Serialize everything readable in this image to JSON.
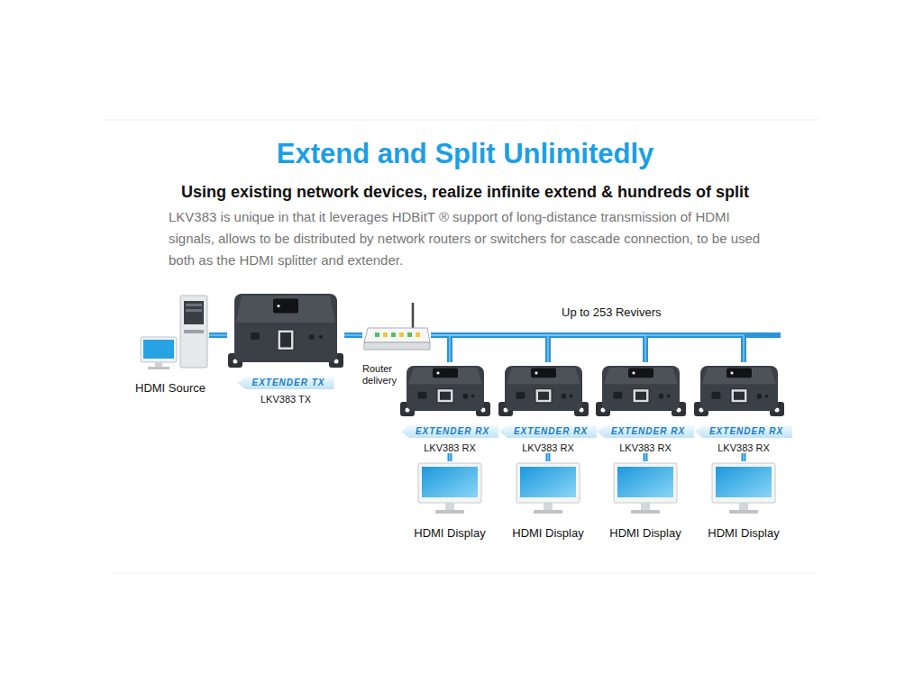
{
  "diagram": {
    "title": "Extend and Split Unlimitedly",
    "nodes": [
      {
        "text": [
          "HDMI Source"
        ]
      },
      {
        "text": [
          "EXTENDER TX",
          "LKV383 TX"
        ]
      },
      {
        "text": [
          "Router delivery"
        ]
      },
      {
        "text": [
          "EXTENDER RX",
          "LKV383 RX"
        ]
      },
      {
        "text": [
          "EXTENDER RX",
          "LKV383 RX"
        ]
      },
      {
        "text": [
          "EXTENDER RX",
          "LKV383 RX"
        ]
      },
      {
        "text": [
          "EXTENDER RX",
          "LKV383 RX"
        ]
      },
      {
        "text": [
          "HDMI Display"
        ]
      },
      {
        "text": [
          "HDMI Display"
        ]
      },
      {
        "text": [
          "HDMI Display"
        ]
      },
      {
        "text": [
          "HDMI Display"
        ]
      }
    ],
    "edges": [
      {
        "from": 0,
        "to": 1,
        "arrow": "none"
      },
      {
        "from": 1,
        "to": 2,
        "arrow": "none"
      },
      {
        "from": 2,
        "to": 3,
        "arrow": "none"
      },
      {
        "from": 2,
        "to": 4,
        "arrow": "none"
      },
      {
        "from": 2,
        "to": 5,
        "arrow": "none"
      },
      {
        "from": 2,
        "to": 6,
        "arrow": "none"
      },
      {
        "from": 3,
        "to": 7,
        "arrow": "none"
      },
      {
        "from": 4,
        "to": 8,
        "arrow": "none"
      },
      {
        "from": 5,
        "to": 9,
        "arrow": "none"
      },
      {
        "from": 6,
        "to": 10,
        "arrow": "none"
      }
    ],
    "labels": [
      "Using existing network devices, realize infinite extend & hundreds of split",
      "LKV383 is unique in that it leverages HDBitT ® support of long-distance transmission of HDMI signals, allows to be distributed by network routers or switchers for cascade connection, to be used both as the HDMI splitter and extender.",
      "Up to 253 Revivers"
    ]
  }
}
